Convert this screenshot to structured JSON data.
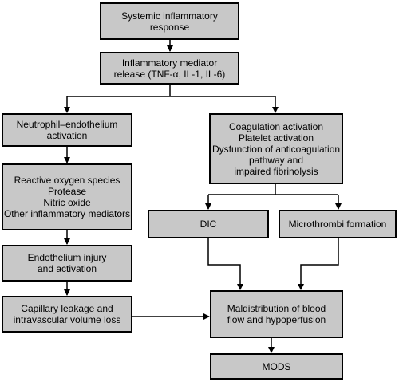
{
  "nodes": {
    "systemic": [
      "Systemic inflammatory",
      "response"
    ],
    "mediator": [
      "Inflammatory mediator",
      "release (TNF-α, IL-1, IL-6)"
    ],
    "neutrophil": [
      "Neutrophil–endothelium",
      "activation"
    ],
    "ros": [
      "Reactive oxygen species",
      "Protease",
      "Nitric oxide",
      "Other inflammatory mediators"
    ],
    "endothelium": [
      "Endothelium injury",
      "and activation"
    ],
    "capillary": [
      "Capillary leakage and",
      "intravascular volume loss"
    ],
    "coagulation": [
      "Coagulation activation",
      "Platelet activation",
      "Dysfunction of anticoagulation",
      "pathway and",
      "impaired fibrinolysis"
    ],
    "dic": [
      "DIC"
    ],
    "microthrombi": [
      "Microthrombi formation"
    ],
    "maldistribution": [
      "Maldistribution of blood",
      "flow and hypoperfusion"
    ],
    "mods": [
      "MODS"
    ]
  }
}
